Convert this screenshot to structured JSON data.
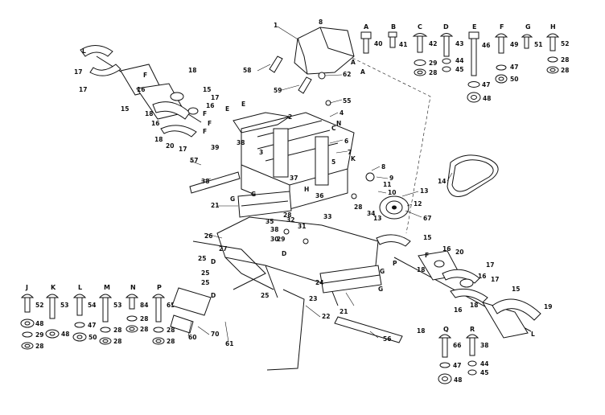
{
  "top_hardware": [
    {
      "letter": "A",
      "num": "40"
    },
    {
      "letter": "B",
      "num": "41"
    },
    {
      "letter": "C",
      "num": "42",
      "w1": "29",
      "w2": "28"
    },
    {
      "letter": "D",
      "num": "43",
      "w1": "44",
      "w2": "45"
    },
    {
      "letter": "E",
      "num": "46",
      "w1": "47",
      "w2": "48"
    },
    {
      "letter": "F",
      "num": "49",
      "w1": "47",
      "w2": "50"
    },
    {
      "letter": "G",
      "num": "51"
    },
    {
      "letter": "H",
      "num": "52",
      "w1": "28",
      "w2": "28"
    }
  ],
  "bottom_left_hardware": [
    {
      "letter": "J",
      "num": "52",
      "w1": "48",
      "w2": "29",
      "w3": "28"
    },
    {
      "letter": "K",
      "num": "53",
      "w1": "48"
    },
    {
      "letter": "L",
      "num": "54",
      "w1": "47",
      "w2": "50"
    },
    {
      "letter": "M",
      "num": "53",
      "w1": "28",
      "w2": "28"
    },
    {
      "letter": "N",
      "num": "84",
      "w1": "28",
      "w2": "28"
    },
    {
      "letter": "P",
      "num": "65",
      "w1": "28",
      "w2": "28"
    }
  ],
  "bottom_mid_hardware": [
    {
      "letter": "Q",
      "num": "66",
      "w1": "47",
      "w2": "48"
    },
    {
      "letter": "R",
      "num": "38",
      "w1": "44",
      "w2": "45"
    }
  ],
  "callouts": [
    {
      "text": "8",
      "k": "c8"
    },
    {
      "text": "1",
      "k": "c1"
    },
    {
      "text": "58",
      "k": "c58"
    },
    {
      "text": "59",
      "k": "c59"
    },
    {
      "text": "62",
      "k": "c62"
    },
    {
      "text": "55",
      "k": "c55"
    },
    {
      "text": "A",
      "k": "cA1"
    },
    {
      "text": "A",
      "k": "cA2"
    },
    {
      "text": "4",
      "k": "c4"
    },
    {
      "text": "2",
      "k": "c2"
    },
    {
      "text": "6",
      "k": "c6"
    },
    {
      "text": "7",
      "k": "c7"
    },
    {
      "text": "5",
      "k": "c5"
    },
    {
      "text": "8",
      "k": "c8b"
    },
    {
      "text": "9",
      "k": "c9"
    },
    {
      "text": "10",
      "k": "c10"
    },
    {
      "text": "11",
      "k": "c11"
    },
    {
      "text": "13",
      "k": "c13"
    },
    {
      "text": "12",
      "k": "c12"
    },
    {
      "text": "13",
      "k": "c13b"
    },
    {
      "text": "67",
      "k": "c67"
    },
    {
      "text": "14",
      "k": "c14"
    },
    {
      "text": "3",
      "k": "c3"
    },
    {
      "text": "39",
      "k": "c39"
    },
    {
      "text": "38",
      "k": "c38"
    },
    {
      "text": "57",
      "k": "c57"
    },
    {
      "text": "38",
      "k": "c38b"
    },
    {
      "text": "21",
      "k": "c21"
    },
    {
      "text": "26",
      "k": "c26"
    },
    {
      "text": "27",
      "k": "c27"
    },
    {
      "text": "25",
      "k": "c25"
    },
    {
      "text": "25",
      "k": "c25b"
    },
    {
      "text": "25",
      "k": "c25c"
    },
    {
      "text": "25",
      "k": "c25d"
    },
    {
      "text": "23",
      "k": "c23"
    },
    {
      "text": "24",
      "k": "c24"
    },
    {
      "text": "22",
      "k": "c22"
    },
    {
      "text": "21",
      "k": "c21b"
    },
    {
      "text": "56",
      "k": "c56"
    },
    {
      "text": "60",
      "k": "c60"
    },
    {
      "text": "70",
      "k": "c70"
    },
    {
      "text": "61",
      "k": "c61"
    },
    {
      "text": "18",
      "k": "c18"
    },
    {
      "text": "16",
      "k": "c16"
    },
    {
      "text": "15",
      "k": "c15"
    },
    {
      "text": "17",
      "k": "c17"
    },
    {
      "text": "17",
      "k": "c17b"
    },
    {
      "text": "15",
      "k": "c15b"
    },
    {
      "text": "17",
      "k": "c17c"
    },
    {
      "text": "16",
      "k": "c16b"
    },
    {
      "text": "18",
      "k": "c18b"
    },
    {
      "text": "20",
      "k": "c20"
    },
    {
      "text": "16",
      "k": "c16c"
    },
    {
      "text": "17",
      "k": "c17d"
    },
    {
      "text": "18",
      "k": "c18c"
    },
    {
      "text": "15",
      "k": "c15c"
    },
    {
      "text": "16",
      "k": "c16d"
    },
    {
      "text": "20",
      "k": "c20b"
    },
    {
      "text": "17",
      "k": "c17e"
    },
    {
      "text": "16",
      "k": "c16e"
    },
    {
      "text": "17",
      "k": "c17f"
    },
    {
      "text": "15",
      "k": "c15d"
    },
    {
      "text": "19",
      "k": "c19"
    },
    {
      "text": "18",
      "k": "c18d"
    },
    {
      "text": "16",
      "k": "c16f"
    },
    {
      "text": "18",
      "k": "c18e"
    },
    {
      "text": "18",
      "k": "c18f"
    },
    {
      "text": "34",
      "k": "c34"
    },
    {
      "text": "33",
      "k": "c33"
    },
    {
      "text": "28",
      "k": "c28"
    },
    {
      "text": "30",
      "k": "c30"
    },
    {
      "text": "31",
      "k": "c31"
    },
    {
      "text": "32",
      "k": "c32"
    },
    {
      "text": "35",
      "k": "c35"
    },
    {
      "text": "36",
      "k": "c36"
    },
    {
      "text": "37",
      "k": "c37"
    },
    {
      "text": "29",
      "k": "c29"
    },
    {
      "text": "28",
      "k": "c28b"
    },
    {
      "text": "38",
      "k": "c38c"
    },
    {
      "text": "L",
      "k": "cL1"
    },
    {
      "text": "L",
      "k": "cL2"
    },
    {
      "text": "G",
      "k": "cG1"
    },
    {
      "text": "G",
      "k": "cG2"
    },
    {
      "text": "G",
      "k": "cG3"
    },
    {
      "text": "G",
      "k": "cG4"
    },
    {
      "text": "D",
      "k": "cD1"
    },
    {
      "text": "D",
      "k": "cD2"
    },
    {
      "text": "D",
      "k": "cD3"
    },
    {
      "text": "E",
      "k": "cE1"
    },
    {
      "text": "E",
      "k": "cE2"
    },
    {
      "text": "F",
      "k": "cF1"
    },
    {
      "text": "F",
      "k": "cF2"
    },
    {
      "text": "F",
      "k": "cF3"
    },
    {
      "text": "F",
      "k": "cF4"
    },
    {
      "text": "F",
      "k": "cF5"
    },
    {
      "text": "C",
      "k": "cC1"
    },
    {
      "text": "H",
      "k": "cH1"
    },
    {
      "text": "N",
      "k": "cN1"
    },
    {
      "text": "K",
      "k": "cK1"
    },
    {
      "text": "P",
      "k": "cP1"
    }
  ]
}
